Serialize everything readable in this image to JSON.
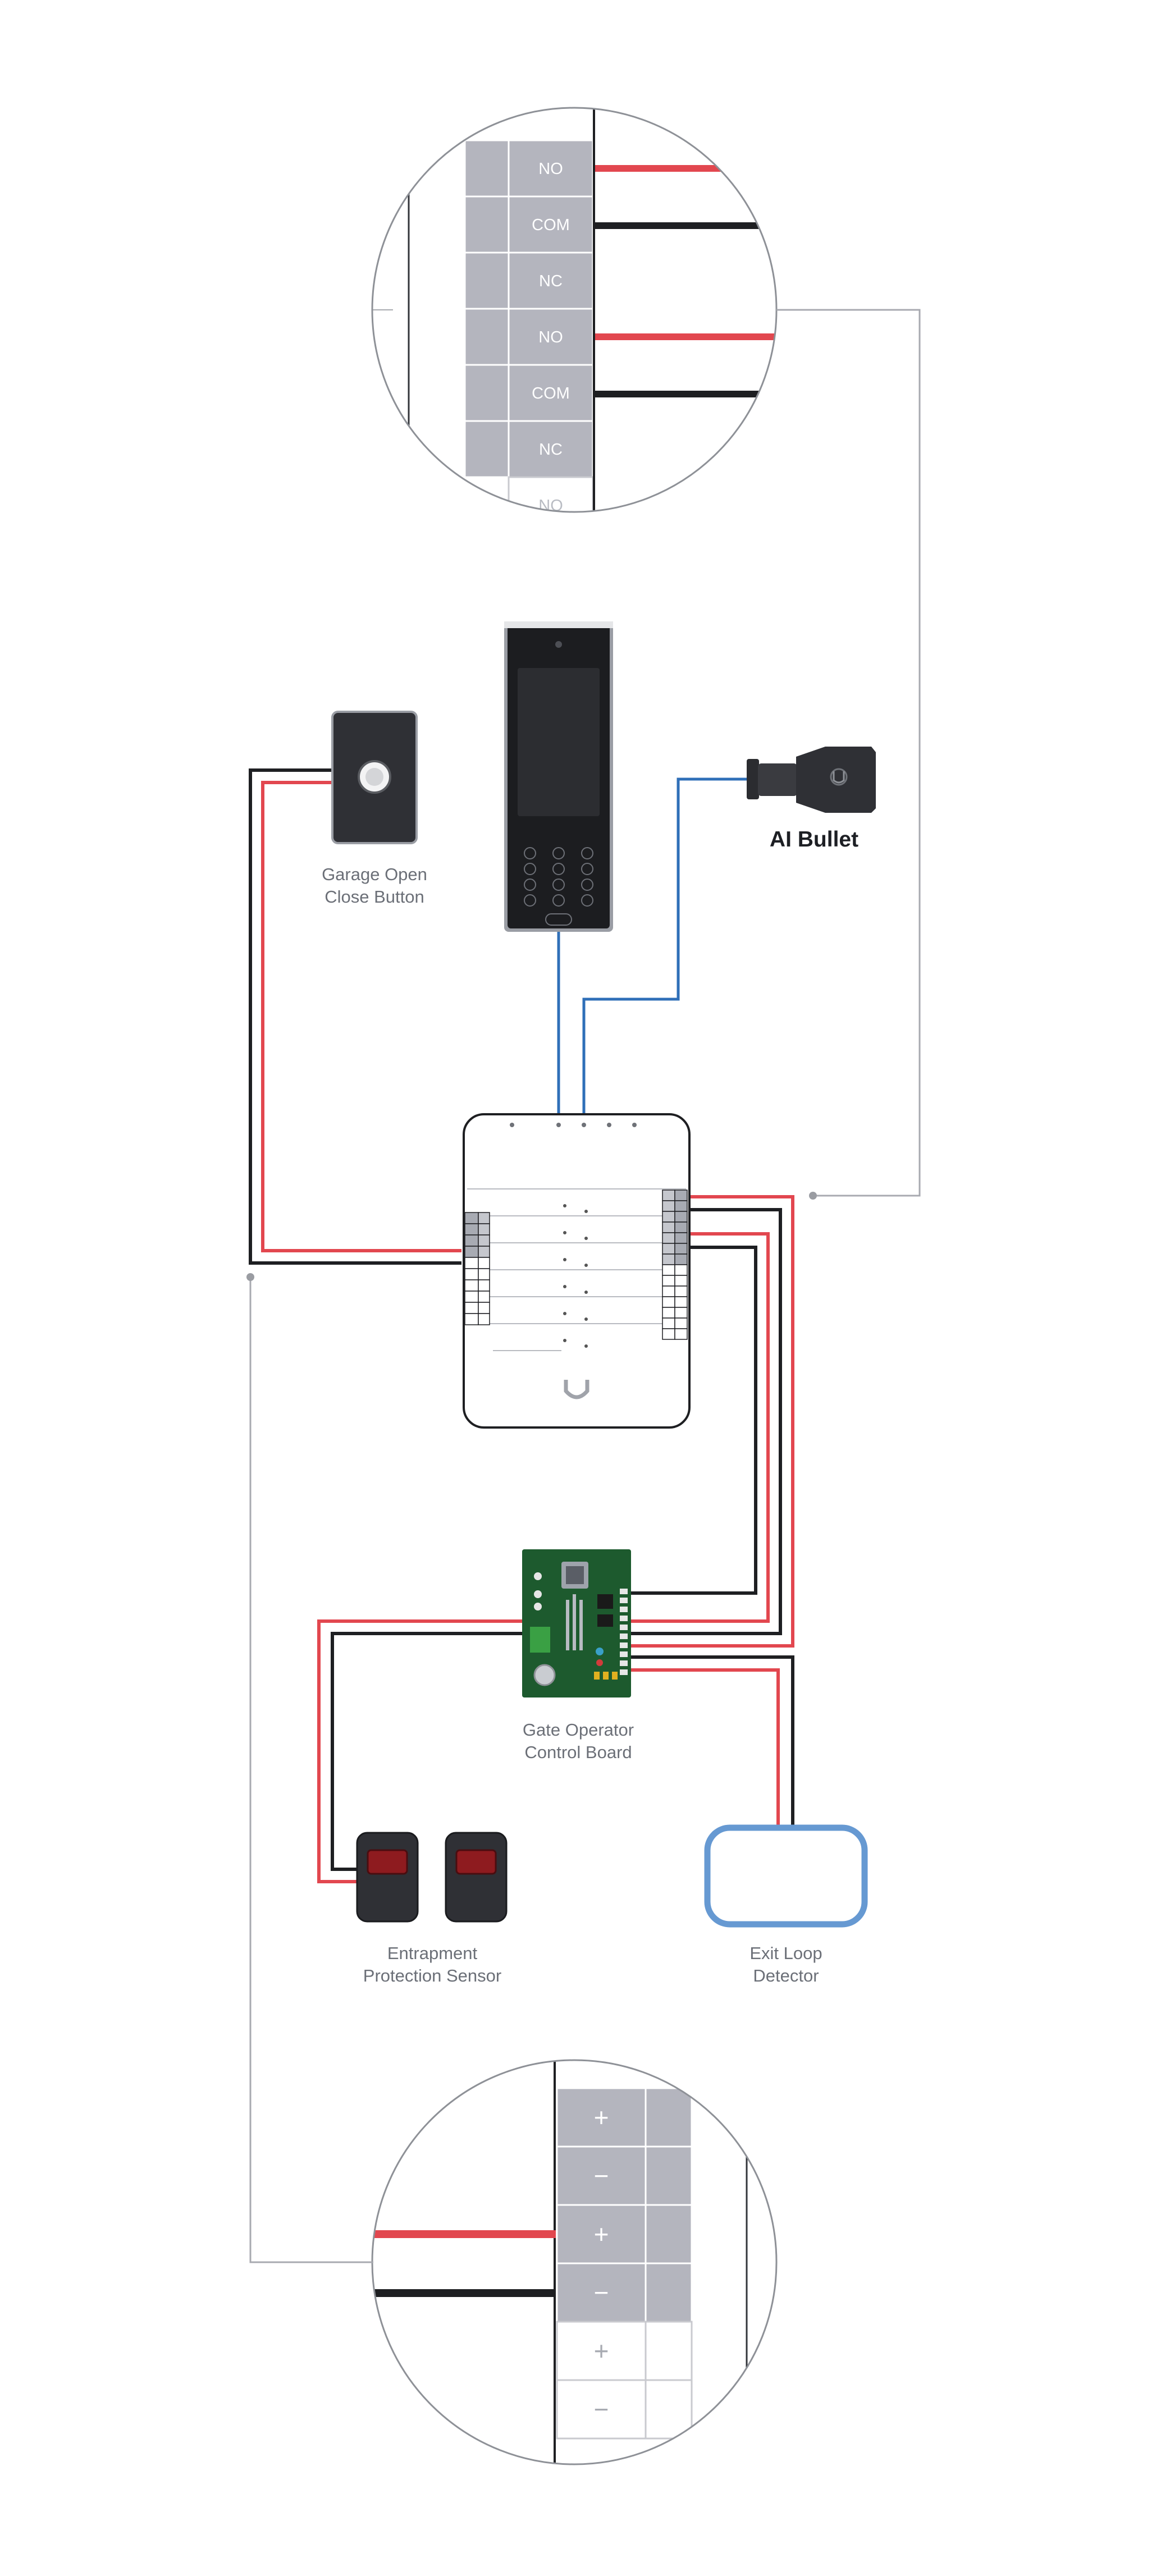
{
  "colors": {
    "red": "#e2474f",
    "black": "#1e1f22",
    "blue": "#2f6fb8",
    "gray_line": "#a8aab0",
    "terminal_gray": "#b4b5be",
    "loop_blue": "#6699d2",
    "board_green": "#1d5a2e"
  },
  "labels": {
    "garage_button": [
      "Garage Open",
      "Close Button"
    ],
    "ai_bullet": "AI Bullet",
    "gate_board": [
      "Gate Operator",
      "Control Board"
    ],
    "entrapment": [
      "Entrapment",
      "Protection Sensor"
    ],
    "exit_loop": [
      "Exit Loop",
      "Detector"
    ]
  },
  "relay_terminals": [
    "NO",
    "COM",
    "NC",
    "NO",
    "COM",
    "NC",
    "NO"
  ],
  "power_terminals": [
    "+",
    "−",
    "+",
    "−",
    "+",
    "−"
  ],
  "icons": {
    "intercom": "access-reader-keypad-icon",
    "camera": "bullet-camera-icon",
    "hub": "access-hub-icon",
    "button": "push-button-icon",
    "sensor": "entrapment-sensor-icon",
    "loop": "exit-loop-icon",
    "board": "circuit-board-icon"
  }
}
